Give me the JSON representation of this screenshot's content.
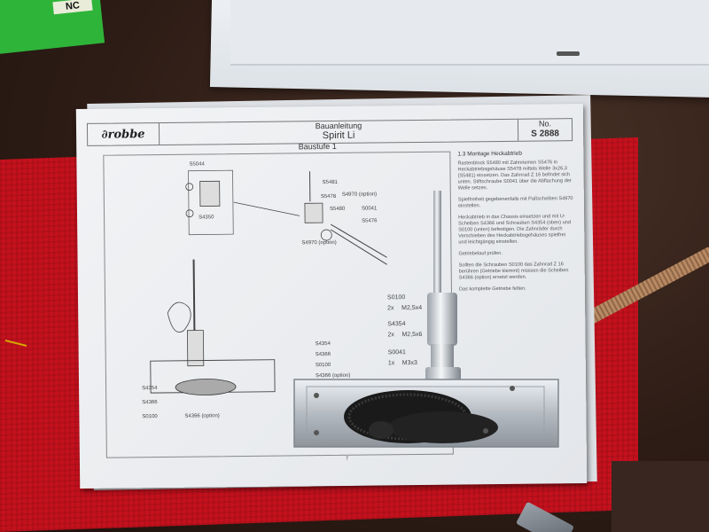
{
  "box_label": "NC",
  "manual": {
    "brand": "∂robbe",
    "header_label": "Bauanleitung",
    "header_title": "Spirit Li",
    "no_label": "No.",
    "part_no": "S 2888",
    "stage": "Baustufe 1",
    "page": "7",
    "text_column": {
      "section": "1.3     Montage Heckabtrieb",
      "paragraphs": [
        "Rastenblock S5480 mit Zahnriemen S5476 in Heckabtriebsgehäuse S5478 mittels Welle 3x26,3 (S5481) einsetzen. Das Zahnrad Z 16 befindet sich unten. Stiftschraube S0041 über die Abflachung der Welle setzen.",
        "Spielfreiheit gegebenenfalls mit Paßscheiben S4970 einstellen.",
        "Heckabtrieb in das Chassis einsetzen und mit U-Scheiben S4366 und Schrauben S4354 (oben) und S0100 (unten) befestigen. Die Zahnräder durch Verschieben des Heckabtriebsgehäuses spielfrei und leichtgängig einstellen.",
        "Getriebelauf prüfen.",
        "Sollten die Schrauben S0100 das Zahnrad Z 16 berühren (Getriebe klemmt) müssen die Scheiben S4366 (option) ersetzt werden.",
        "Das komplette Getriebe fetten."
      ]
    },
    "diagram_labels": {
      "s5044": "S5044",
      "s4350": "S4350",
      "s5481": "S5481",
      "s5478": "S5478",
      "s4970opt_a": "S4970 (option)",
      "s5480": "S5480",
      "s0041": "S0041",
      "s5476": "S5476",
      "s4970opt_b": "S4970 (option)",
      "s4354_a": "S4354",
      "s4366_a": "S4366",
      "s0100_a": "S0100",
      "s4366opt_a": "S4366 (option)",
      "s4354_b": "S4354",
      "s4366_b": "S4366",
      "s0100_b": "S0100",
      "s4366opt_b": "S4366 (option)"
    },
    "parts_list": [
      {
        "code": "S0100",
        "qty": "2x",
        "size": "M2,5x4"
      },
      {
        "code": "S4354",
        "qty": "2x",
        "size": "M2,5x6"
      },
      {
        "code": "S0041",
        "qty": "1x",
        "size": "M3x3"
      }
    ]
  },
  "colors": {
    "mat": "#c4111d",
    "table": "#2e1d16",
    "paper": "#f2f3f5",
    "metal": "#c7ccd2",
    "gear": "#1a1a1a",
    "green_box": "#2fb43a",
    "belt": "#b88a63"
  }
}
